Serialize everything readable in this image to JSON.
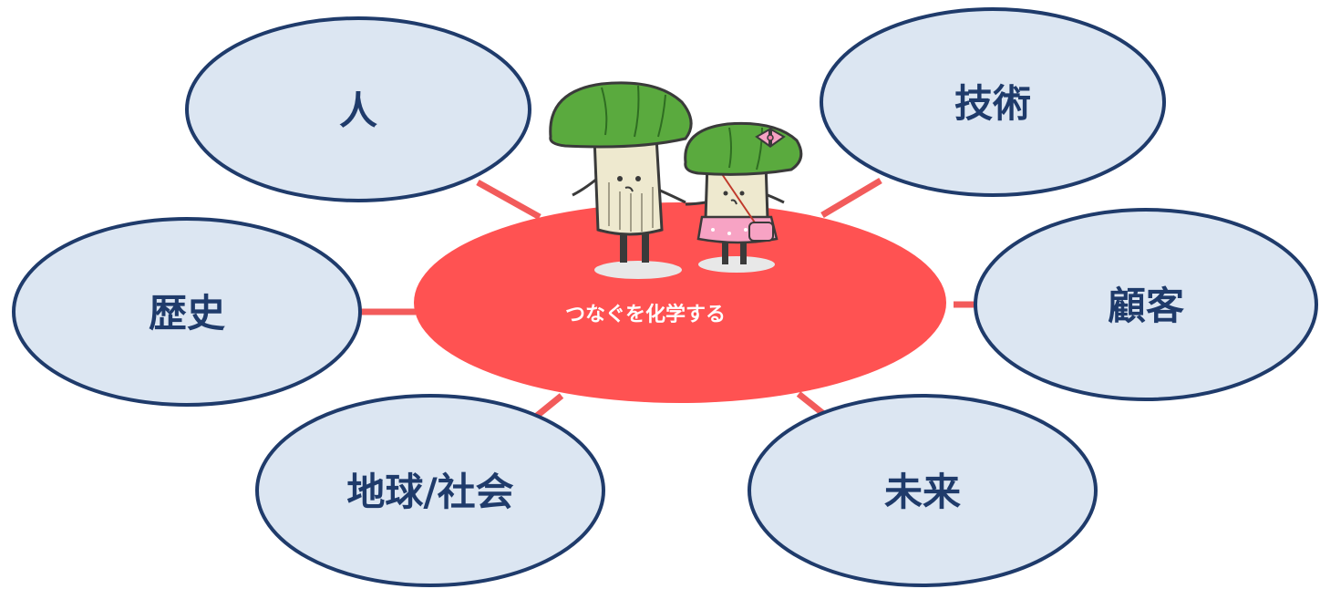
{
  "diagram": {
    "center": {
      "label": "つなぐを化学する",
      "fill_color": "#ff5252"
    },
    "nodes": [
      {
        "id": "hito",
        "label": "人"
      },
      {
        "id": "gijutsu",
        "label": "技術"
      },
      {
        "id": "rekishi",
        "label": "歴史"
      },
      {
        "id": "kokyaku",
        "label": "顧客"
      },
      {
        "id": "chikyu-shakai",
        "label": "地球/社会"
      },
      {
        "id": "mirai",
        "label": "未来"
      }
    ],
    "colors": {
      "node_fill": "#dce6f2",
      "node_stroke": "#1f3b6b",
      "node_text": "#1f3b6b",
      "connector": "#f25b5b"
    },
    "mascots": [
      {
        "name": "mushroom-boy-character"
      },
      {
        "name": "mushroom-girl-character"
      }
    ]
  }
}
